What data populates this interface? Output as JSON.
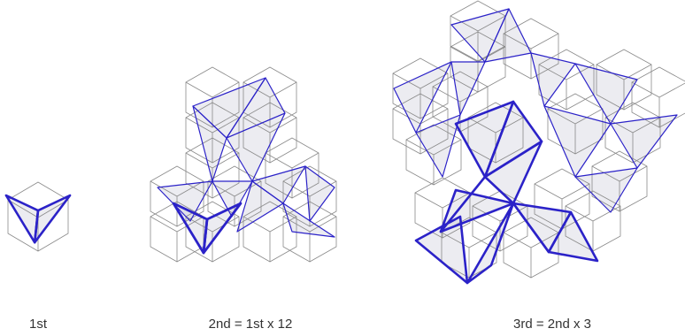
{
  "captions": {
    "first": "1st",
    "second": "2nd = 1st x 12",
    "third": "3rd = 2nd x 3"
  },
  "colors": {
    "cube_edge": "#8a8a8a",
    "fold_line": "#2b22c8",
    "hatch": "#c8c8d6",
    "background": "#ffffff"
  }
}
